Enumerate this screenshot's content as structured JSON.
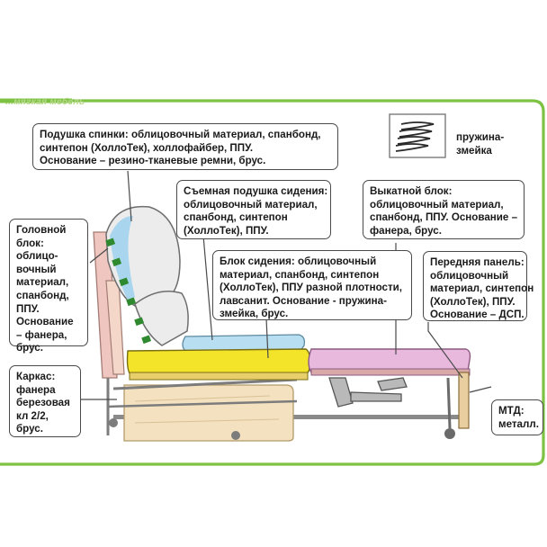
{
  "brand_text": "...мягкая мебель",
  "colors": {
    "frame_green": "#7dc242",
    "back_cushion": "#e8e8e8",
    "cushion_blue": "#a9d6ee",
    "seat_yellow": "#f3e42a",
    "pull_out_pink": "#e9b8dd",
    "plywood": "#f1dcb5",
    "wood_pink": "#f0c6c0",
    "metal": "#7c7c7c",
    "belts": "#2f8a2f"
  },
  "legend": {
    "icon": "spring-zigzag-icon",
    "lines": [
      "пружина-",
      "змейка"
    ]
  },
  "callouts": {
    "back_cushion": [
      "Подушка спинки:  облицовочный материал, спанбонд,",
      "синтепон (ХоллоТек), холлофайбер, ППУ.",
      "Основание – резино-тканевые ремни, брус."
    ],
    "removable_cushion": [
      "Съемная подушка сидения:",
      "облицовочный материал,",
      "спанбонд, синтепон",
      "(ХоллоТек), ППУ."
    ],
    "pull_out_block": [
      "Выкатной блок:",
      "облицовочный материал,",
      "спанбонд, ППУ. Основание –",
      "фанера, брус."
    ],
    "head_block": [
      "Головной",
      "блок:",
      "облицо-",
      "вочный",
      "материал,",
      "спанбонд,",
      "ППУ.",
      "Основание",
      "– фанера,",
      "брус."
    ],
    "seat_block": [
      "Блок сидения: облицовочный",
      "материал, спанбонд, синтепон",
      "(ХоллоТек), ППУ разной плотности,",
      "лавсанит. Основание - пружина-",
      "змейка, брус."
    ],
    "front_panel": [
      "Передняя панель:",
      "облицовочный",
      "материал, синтепон",
      "(ХоллоТек), ППУ.",
      "Основание – ДСП."
    ],
    "frame": [
      "Каркас:",
      "фанера",
      "березовая",
      "кл 2/2,",
      "брус."
    ],
    "mtd": [
      "МТД:",
      "металл."
    ]
  }
}
